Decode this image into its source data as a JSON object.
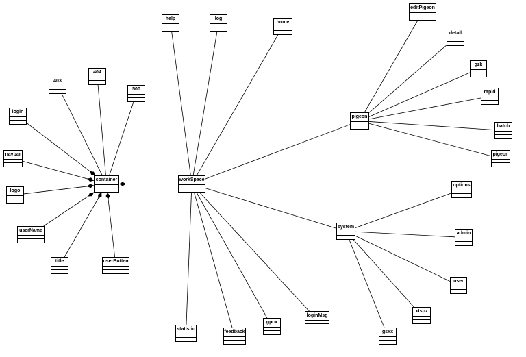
{
  "diagram": {
    "classes": {
      "container": "container",
      "workSpace": "workSpace",
      "help": "help",
      "log": "log",
      "home": "home",
      "f403": "403",
      "f404": "404",
      "f500": "500",
      "login": "login",
      "navbar": "navbar",
      "logo": "logo",
      "userName": "userName",
      "title": "title",
      "userButten": "userButten",
      "statistic": "statistic",
      "feedback": "feedback",
      "gpcx": "gpcx",
      "loginMsg": "loginMsg",
      "pigeon": "pigeon",
      "editPigeon": "editPigeon",
      "detail": "detail",
      "gzk": "gzk",
      "rapid": "rapid",
      "batch": "batch",
      "pigeonLeaf": "pigeon",
      "system": "system",
      "options": "options",
      "admin": "admin",
      "user": "user",
      "xtspz": "xtspz",
      "gsxx": "gsxx"
    },
    "links": [
      {
        "from": "f403",
        "to": "container"
      },
      {
        "from": "f404",
        "to": "container"
      },
      {
        "from": "f500",
        "to": "container"
      },
      {
        "from": "login",
        "to": "container",
        "diamond": true
      },
      {
        "from": "navbar",
        "to": "container",
        "diamond": true
      },
      {
        "from": "logo",
        "to": "container",
        "diamond": true
      },
      {
        "from": "userName",
        "to": "container",
        "diamond": true
      },
      {
        "from": "title",
        "to": "container",
        "diamond": true
      },
      {
        "from": "userButten",
        "to": "container",
        "diamond": true
      },
      {
        "from": "workSpace",
        "to": "container",
        "diamond": true
      },
      {
        "from": "help",
        "to": "workSpace"
      },
      {
        "from": "log",
        "to": "workSpace"
      },
      {
        "from": "home",
        "to": "workSpace"
      },
      {
        "from": "pigeon",
        "to": "workSpace"
      },
      {
        "from": "system",
        "to": "workSpace"
      },
      {
        "from": "statistic",
        "to": "workSpace"
      },
      {
        "from": "feedback",
        "to": "workSpace"
      },
      {
        "from": "gpcx",
        "to": "workSpace"
      },
      {
        "from": "loginMsg",
        "to": "workSpace"
      },
      {
        "from": "editPigeon",
        "to": "pigeon"
      },
      {
        "from": "detail",
        "to": "pigeon"
      },
      {
        "from": "gzk",
        "to": "pigeon"
      },
      {
        "from": "rapid",
        "to": "pigeon"
      },
      {
        "from": "batch",
        "to": "pigeon"
      },
      {
        "from": "pigeonLeaf",
        "to": "pigeon"
      },
      {
        "from": "options",
        "to": "system"
      },
      {
        "from": "admin",
        "to": "system"
      },
      {
        "from": "user",
        "to": "system"
      },
      {
        "from": "xtspz",
        "to": "system"
      },
      {
        "from": "gsxx",
        "to": "system"
      }
    ]
  }
}
